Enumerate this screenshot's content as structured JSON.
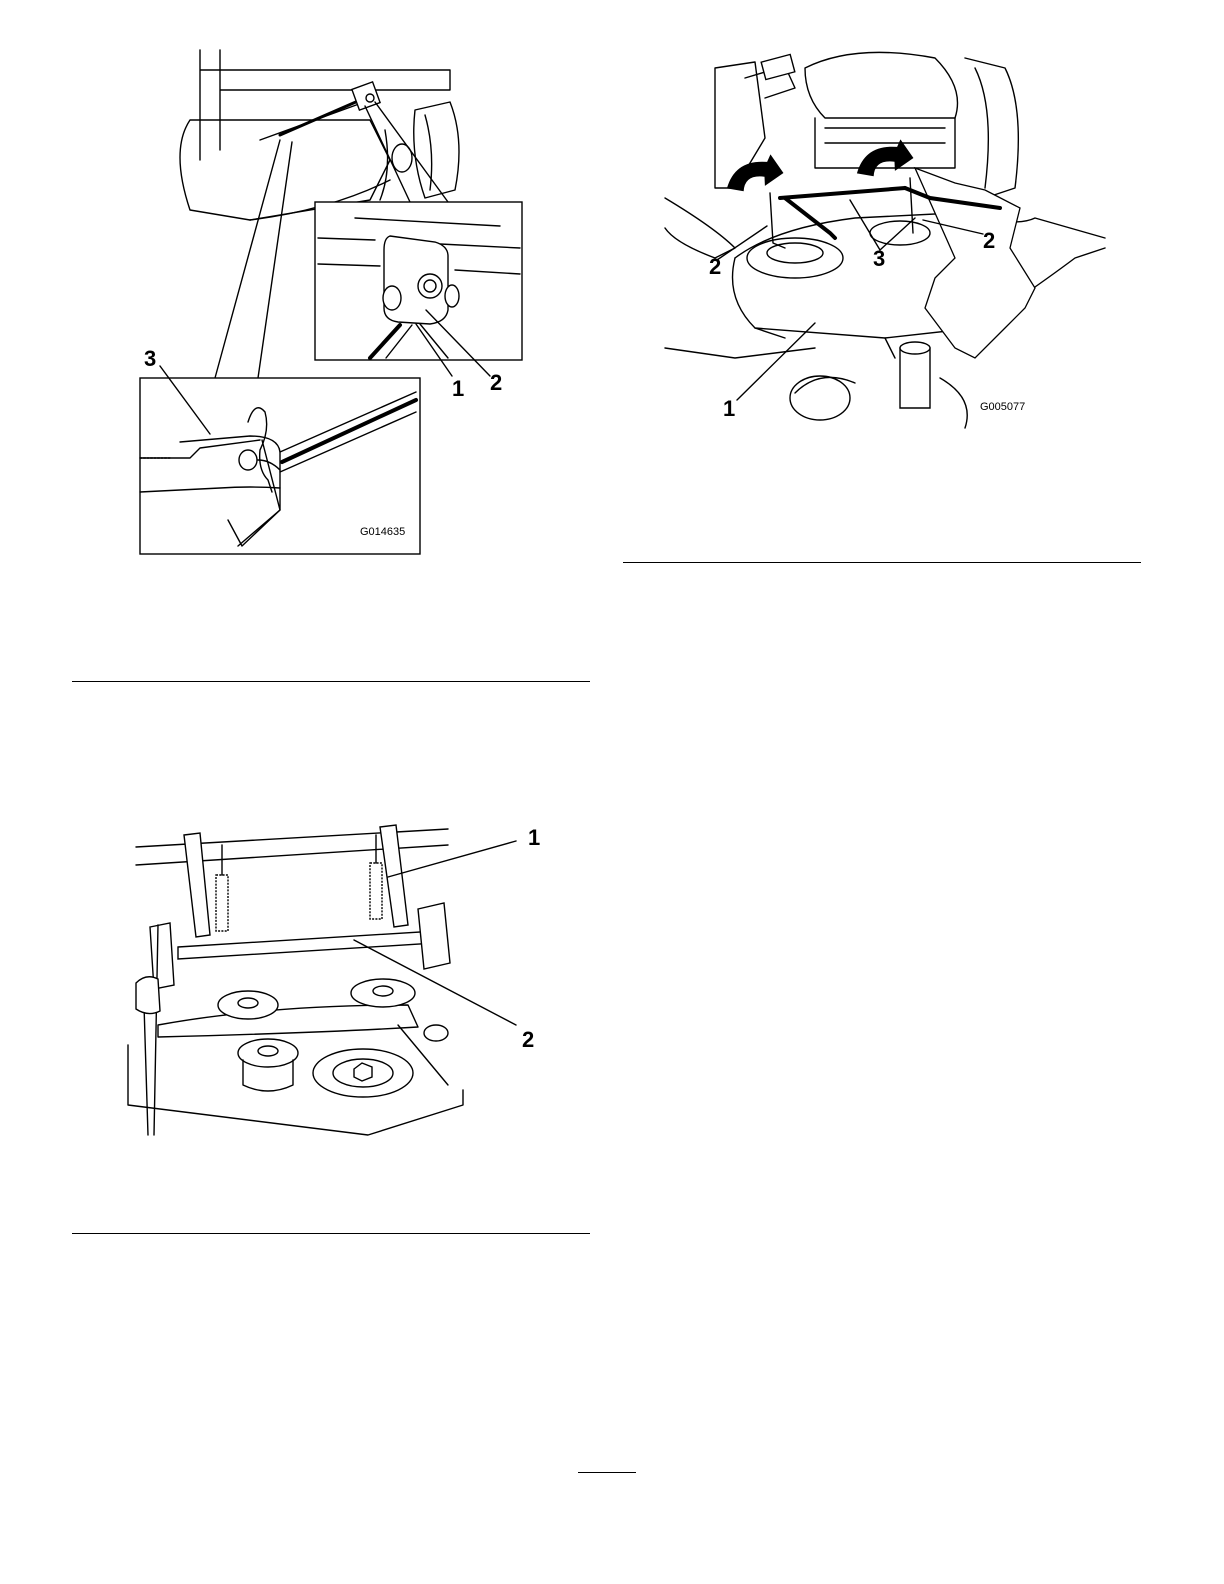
{
  "figures": [
    {
      "id": "fig-deck-lift-link",
      "code": "G014635",
      "callouts": [
        "1",
        "2",
        "3"
      ]
    },
    {
      "id": "fig-deck-lift-bar",
      "code": "G005077",
      "callouts": [
        "1",
        "2",
        "2",
        "3"
      ]
    },
    {
      "id": "fig-springs-shaft",
      "callouts": [
        "1",
        "2"
      ]
    }
  ]
}
